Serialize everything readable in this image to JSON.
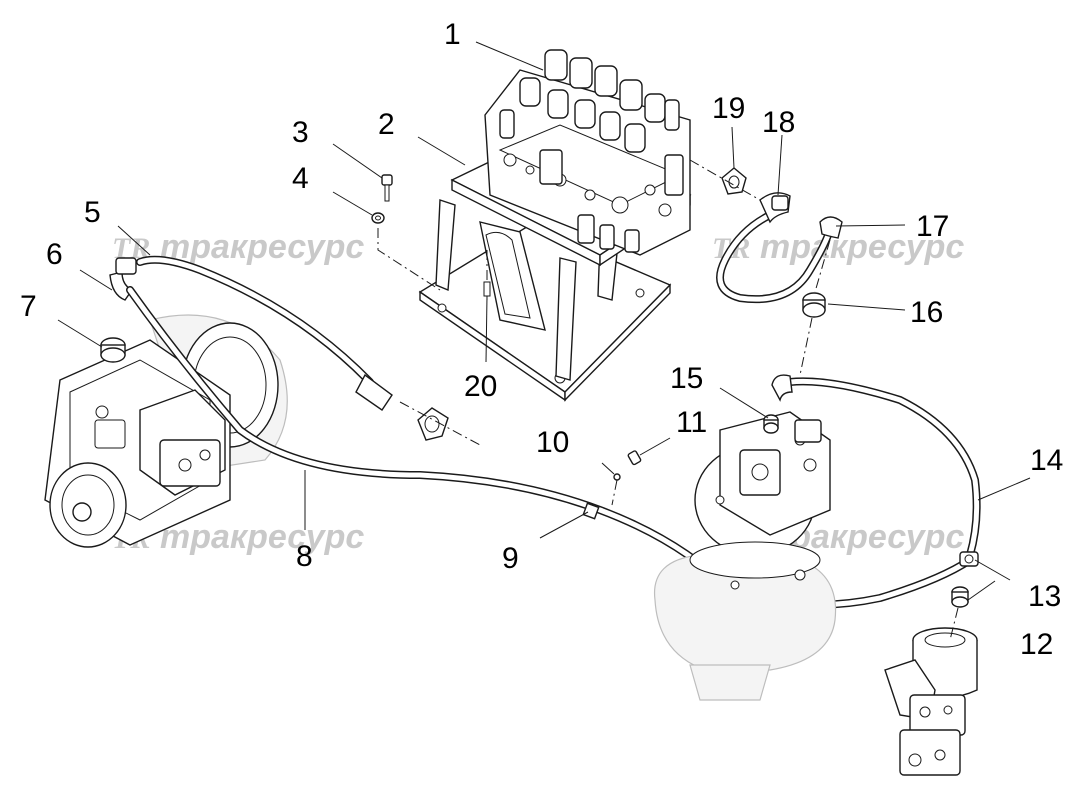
{
  "watermark": {
    "logo": "TR",
    "text": "тракресурс"
  },
  "callouts": {
    "c1": "1",
    "c2": "2",
    "c3": "3",
    "c4": "4",
    "c5": "5",
    "c6": "6",
    "c7": "7",
    "c8": "8",
    "c9": "9",
    "c10": "10",
    "c11": "11",
    "c12": "12",
    "c13": "13",
    "c14": "14",
    "c15": "15",
    "c16": "16",
    "c17": "17",
    "c18": "18",
    "c19": "19",
    "c20": "20"
  },
  "colors": {
    "line": "#1a1a1a",
    "watermark": "#b7b7b7",
    "background": "#ffffff"
  }
}
